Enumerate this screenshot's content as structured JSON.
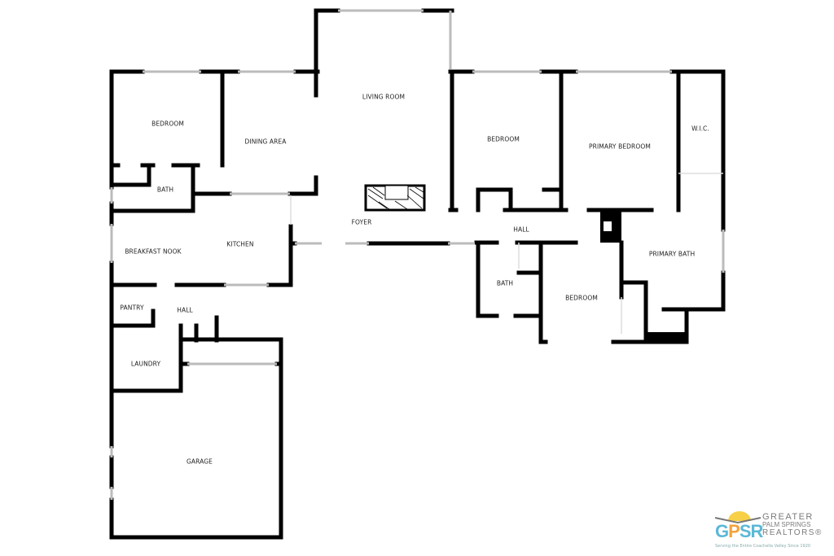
{
  "rooms": {
    "bedroom_1": "BEDROOM",
    "dining_area": "DINING AREA",
    "living_room": "LIVING ROOM",
    "bedroom_2": "BEDROOM",
    "primary_bedroom": "PRIMARY BEDROOM",
    "wic": "W.I.C.",
    "bath_1": "BATH",
    "foyer": "FOYER",
    "hall_main": "HALL",
    "breakfast_nook": "BREAKFAST NOOK",
    "kitchen": "KITCHEN",
    "primary_bath": "PRIMARY BATH",
    "bath_2": "BATH",
    "bedroom_3": "BEDROOM",
    "pantry": "PANTRY",
    "hall_small": "HALL",
    "laundry": "LAUNDRY",
    "garage": "GARAGE"
  },
  "logo": {
    "abbr": "GPSR",
    "line1": "GREATER",
    "line2": "PALM SPRINGS",
    "line3": "REALTORS®",
    "tagline": "Serving the Entire Coachella Valley Since 1920",
    "colors": {
      "g": "#5bb8d6",
      "p": "#f2a23a",
      "s": "#5bb8d6",
      "r": "#5bb8d6",
      "sun": "#f7d048"
    }
  }
}
